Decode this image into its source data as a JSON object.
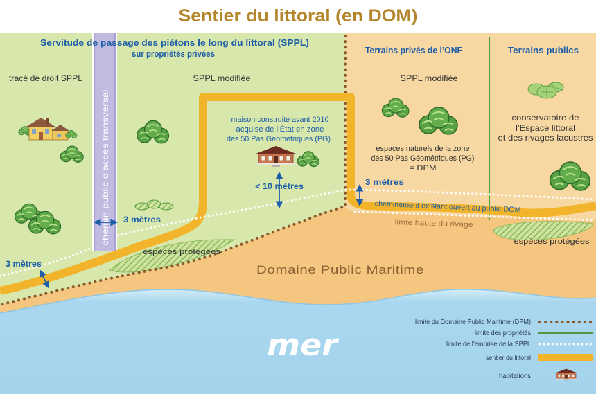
{
  "title": "Sentier du littoral (en DOM)",
  "headings": {
    "sppl_line1": "Servitude de passage des piétons le long du littoral (SPPL)",
    "sppl_line2": "sur propriétés privées",
    "onf": "Terrains privés de l’ONF",
    "publics": "Terrains publics"
  },
  "labels": {
    "trace_droit_sppl": "tracé de droit SPPL",
    "sppl_modifiee_left": "SPPL modifiée",
    "sppl_modifiee_right": "SPPL modifiée",
    "maison": [
      "maison construite avant 2010",
      "acquise de l’État en zone",
      "des 50 Pas Géométriques (PG)"
    ],
    "chemin_transversal": "chemin public d’accès transversal",
    "largeur_chemin": "3 mètres",
    "distance_maison": "< 10 mètres",
    "espaces_naturels": [
      "espaces naturels de la zone",
      "des 50 Pas Géométriques (PG)",
      "= DPM"
    ],
    "conservatoire": [
      "conservatoire de",
      "l’Espace littoral",
      "et des rivages lacustres"
    ],
    "largeur_droite": "3 mètres",
    "cheminement": "cheminement existant ouvert au public DOM",
    "limite_haute": "limte haute du rivage",
    "especes_gauche": "espèces protégées",
    "especes_droite": "espèces protégées",
    "domaine_public": "Domaine Public Maritime",
    "largeur_gauche": "3 mètres",
    "mer": "mer"
  },
  "legend": [
    {
      "label": "limite du Domaine Public Maritime (DPM)",
      "symbol": "brown-dotted-line"
    },
    {
      "label": "limite des propriétés",
      "symbol": "green-line"
    },
    {
      "label": "limite de l’emprise de la SPPL",
      "symbol": "white-dotted-line"
    },
    {
      "label": "sentier du littoral",
      "symbol": "orange-band"
    },
    {
      "label": "habitations",
      "symbol": "house-icon"
    }
  ],
  "colors": {
    "title": "#b4862c",
    "heading_blue": "#1d5ea8",
    "dpm_text": "#8a6033",
    "limite_haute_text": "#a0703e",
    "land_green": "#d8e8ad",
    "land_onf": "#f8d8a2",
    "sand": "#f4c67f",
    "sentier": "#f2b42b",
    "dpm_line": "#8b5a2b",
    "property_line": "#4f9a3c",
    "sppl_line": "#ffffff",
    "road": "#c1bbe2"
  }
}
